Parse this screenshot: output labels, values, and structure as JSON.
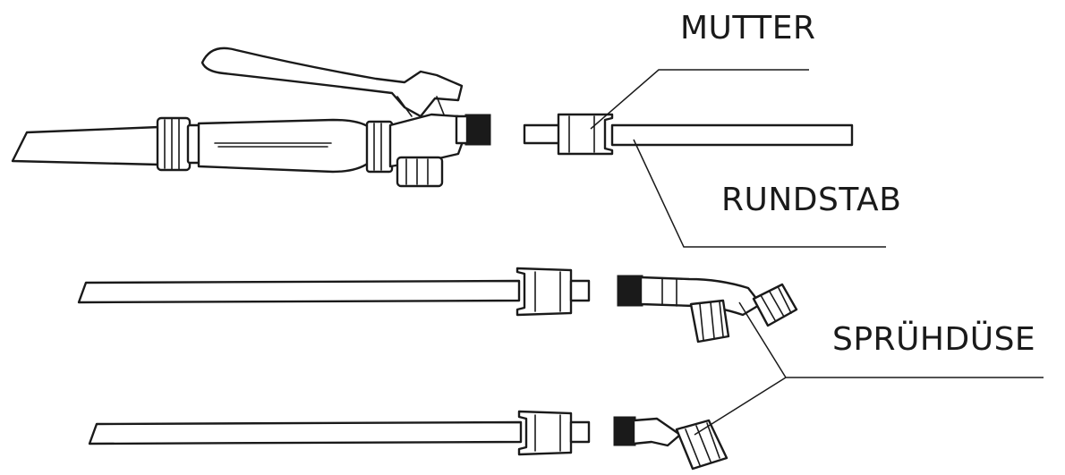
{
  "labels": {
    "nut": "MUTTER",
    "rod": "RUNDSTAB",
    "nozzle": "SPRÜHDÜSE"
  },
  "colors": {
    "line": "#1a1a1a",
    "background": "#ffffff"
  }
}
